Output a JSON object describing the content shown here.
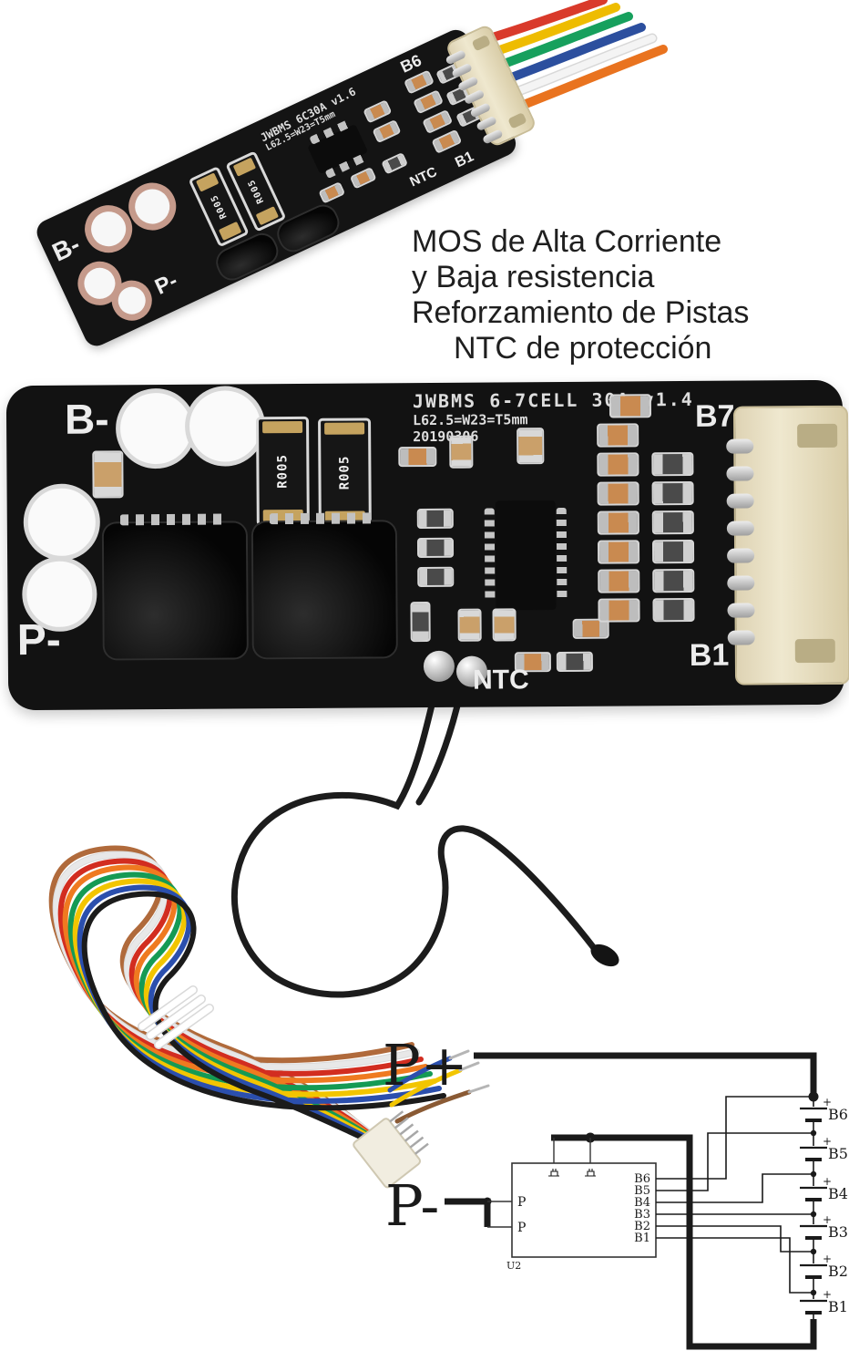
{
  "colors": {
    "board_black": "#121212",
    "silkscreen_white": "#e6e6e6",
    "connector_beige": "#e7ddc1",
    "copper_pad_ring": "#c59a8b",
    "resistor_orange": "#c98a50",
    "diagram_ink": "#1a1a1a",
    "background": "#ffffff"
  },
  "top_photo": {
    "silkscreen": {
      "model": "JWBMS 6C30A v1.6",
      "dimensions": "L62.5=W23=T5mm"
    },
    "labels": {
      "b_minus": "B-",
      "p_minus": "P-",
      "b6": "B6",
      "b1": "B1",
      "ntc": "NTC"
    },
    "shunt_label": "R005",
    "wire_colors": [
      "#d93a2b",
      "#eebc00",
      "#17a05d",
      "#2c4f9e",
      "#f4f4f4",
      "#e9731f"
    ]
  },
  "marketing": {
    "lines": [
      "MOS de Alta Corriente",
      "y Baja resistencia",
      "Reforzamiento de Pistas",
      "NTC de protección"
    ]
  },
  "main_photo": {
    "silkscreen": {
      "model": "JWBMS 6-7CELL 30A v1.4",
      "dimensions": "L62.5=W23=T5mm",
      "date": "20190306"
    },
    "labels": {
      "b_minus": "B-",
      "p_minus": "P-",
      "b7": "B7",
      "b1": "B1",
      "ntc": "NTC"
    },
    "shunt_label": "R005"
  },
  "harness": {
    "wire_colors": [
      "#b06a3b",
      "#e8e8e8",
      "#d22d20",
      "#ef7a20",
      "#159a54",
      "#f2c500",
      "#2b4fad",
      "#1b1b1b"
    ],
    "loose_colors": [
      "#f2c500",
      "#8a5a34",
      "#2b4fad"
    ]
  },
  "diagram": {
    "p_plus": "P+",
    "p_minus": "P-",
    "box_ref": "U2",
    "plus": "+",
    "left_pins": [
      "P",
      "P"
    ],
    "right_pins": [
      "B6",
      "B5",
      "B4",
      "B3",
      "B2",
      "B1"
    ],
    "cells": [
      "B6",
      "B5",
      "B4",
      "B3",
      "B2",
      "B1"
    ]
  }
}
